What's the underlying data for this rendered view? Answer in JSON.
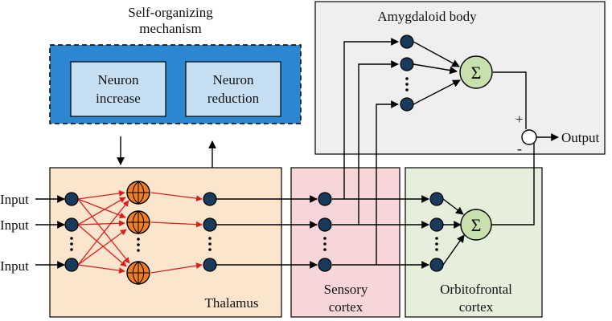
{
  "title": {
    "line1": "Self-organizing",
    "line2": "mechanism"
  },
  "blocks": {
    "neuron_increase": {
      "line1": "Neuron",
      "line2": "increase"
    },
    "neuron_reduction": {
      "line1": "Neuron",
      "line2": "reduction"
    },
    "amygdaloid": "Amygdaloid body",
    "thalamus": "Thalamus",
    "sensory": {
      "line1": "Sensory",
      "line2": "cortex"
    },
    "orbitofrontal": {
      "line1": "Orbitofrontal",
      "line2": "cortex"
    }
  },
  "inputs": [
    "Input",
    "Input",
    "Input"
  ],
  "output": "Output",
  "sum_symbol": "Σ",
  "plus": "+",
  "minus": "-",
  "colors": {
    "self_org_fill": "#2b87d1",
    "neuron_box_fill": "#c6dff2",
    "amygdaloid_fill": "#efefef",
    "thalamus_fill": "#fbe5cd",
    "sensory_fill": "#f6d6d6",
    "orbitofrontal_fill": "#e5efdc",
    "node_fill": "#1a3a5c",
    "hidden_node_fill": "#f07d1f",
    "sum_fill": "#c8e0ae",
    "red_edge": "#d81e1e"
  }
}
